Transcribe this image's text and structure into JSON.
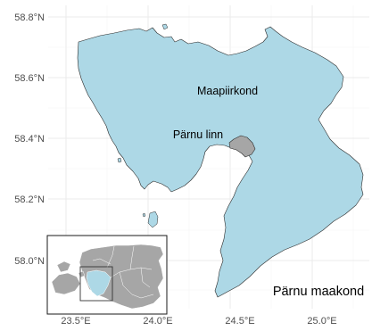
{
  "map": {
    "title": "Pärnu maakond",
    "regions": [
      {
        "name": "Maapiirkond",
        "fill": "#add8e6"
      },
      {
        "name": "Pärnu linn",
        "fill": "#a6a6a6"
      }
    ],
    "y_axis": {
      "ticks": [
        "58.8°N",
        "58.6°N",
        "58.4°N",
        "58.2°N",
        "58.0°N"
      ]
    },
    "x_axis": {
      "ticks": [
        "23.5°E",
        "24.0°E",
        "24.5°E",
        "25.0°E"
      ]
    },
    "grid": true,
    "colors": {
      "rural": "#add8e6",
      "city": "#a6a6a6",
      "inset_land": "#a6a6a6",
      "grid": "#ebebeb"
    }
  }
}
